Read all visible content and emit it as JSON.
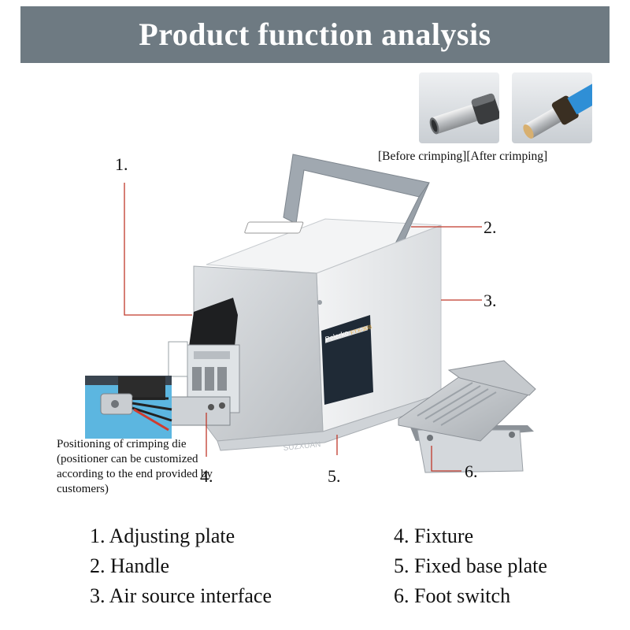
{
  "title": "Product function analysis",
  "before_label": "[Before crimping]",
  "after_label": "[After crimping]",
  "callouts": [
    "1.",
    "2.",
    "3.",
    "4.",
    "5.",
    "6."
  ],
  "machine": {
    "brand": "Pelerko",
    "model": "FTX-30B",
    "watermark": "SUZXUAN"
  },
  "positioning_note": "Positioning of crimping die (positioner can be customized according to the end provided by customers)",
  "legend": [
    "1. Adjusting plate",
    "2. Handle",
    "3. Air source interface",
    "4. Fixture",
    "5. Fixed base plate",
    "6. Foot switch"
  ],
  "colors": {
    "banner": "#6e7a82",
    "callout_line": "#c0392b",
    "body": "#e6e8ea",
    "handle": "#a0a8b0"
  }
}
